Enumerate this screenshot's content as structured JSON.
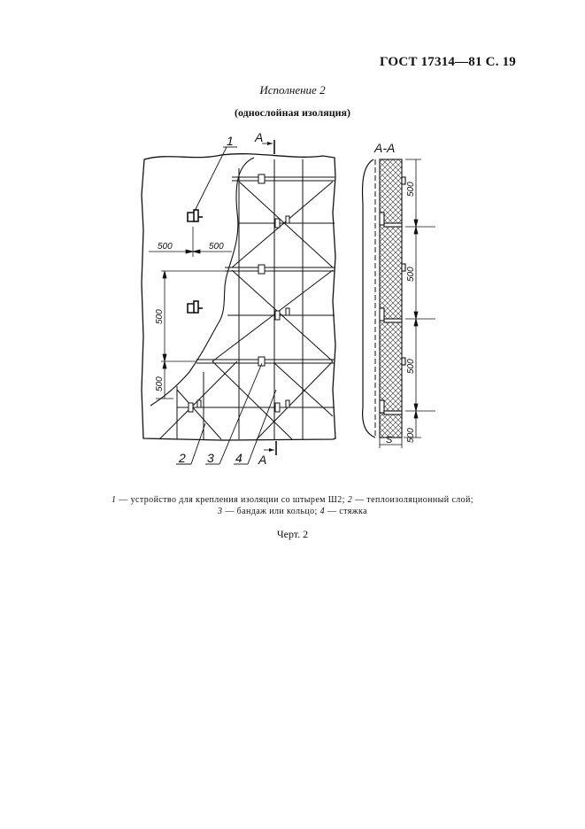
{
  "header": {
    "code": "ГОСТ 17314—81 С. 19"
  },
  "title": {
    "variant": "Исполнение 2",
    "subtitle": "(однослойная изоляция)"
  },
  "drawing": {
    "main": {
      "callouts": {
        "c1": "1",
        "c2": "2",
        "c3": "3",
        "c4": "4"
      },
      "section_marks": {
        "top": "А",
        "bottom": "А"
      },
      "dimensions": {
        "d_left_h": "500",
        "d_right_h": "500",
        "d_vert_1": "500",
        "d_vert_2": "500"
      }
    },
    "section": {
      "title": "А-А",
      "thickness_label": "S",
      "dimensions": [
        "500",
        "500",
        "500",
        "500"
      ]
    }
  },
  "legend": {
    "item1_num": "1",
    "item1_text": " — устройство для крепления изоляции со штырем Ш2; ",
    "item2_num": "2",
    "item2_text": " — теплоизоляционный слой;",
    "item3_num": "3",
    "item3_text": " — бандаж или кольцо; ",
    "item4_num": "4",
    "item4_text": " — стяжка"
  },
  "figure": {
    "label": "Черт. 2"
  }
}
